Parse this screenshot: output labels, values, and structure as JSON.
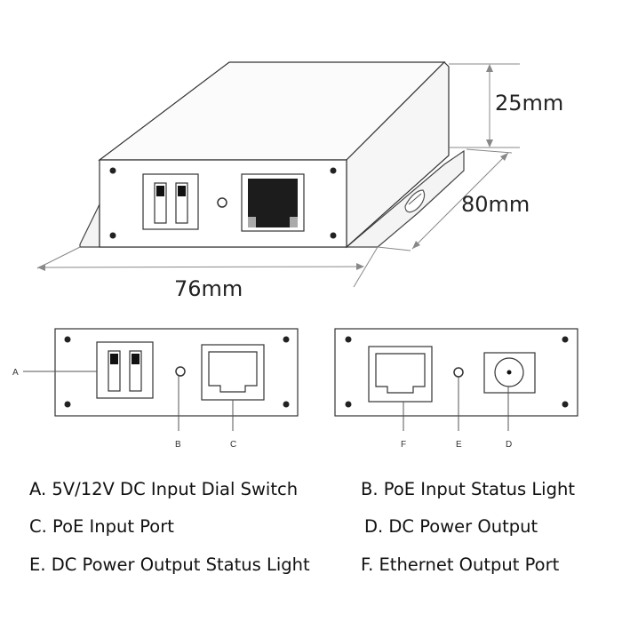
{
  "dimensions": {
    "height": "25mm",
    "depth": "80mm",
    "width": "76mm"
  },
  "callouts": {
    "a": "A",
    "b": "B",
    "c": "C",
    "d": "D",
    "e": "E",
    "f": "F"
  },
  "legend": [
    "A. 5V/12V DC Input Dial Switch",
    "B. PoE Input Status Light",
    "C. PoE Input Port",
    "D. DC Power Output",
    "E. DC Power Output Status Light",
    "F. Ethernet Output Port"
  ]
}
